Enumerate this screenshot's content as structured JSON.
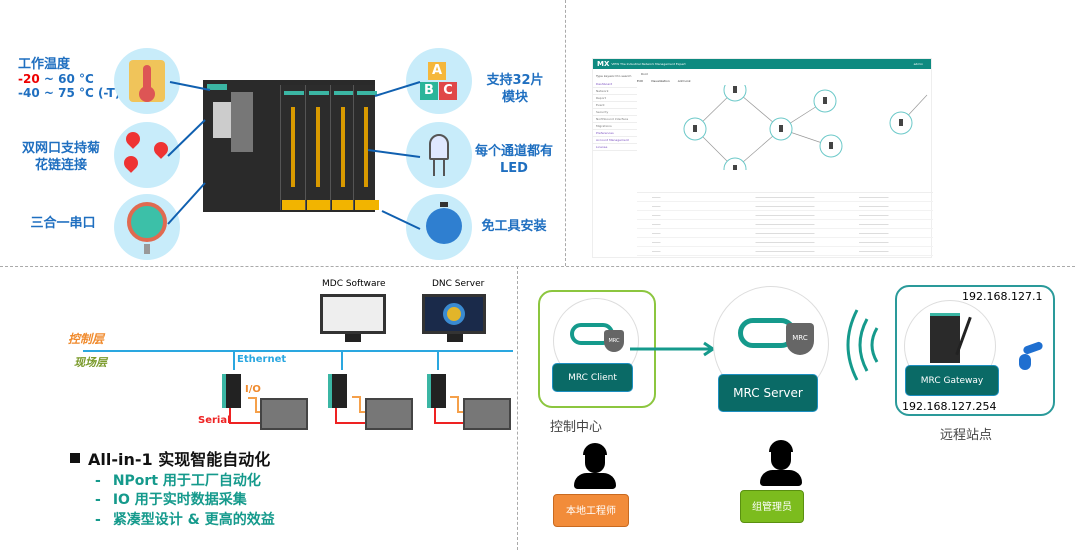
{
  "features": {
    "temp_title": "工作温度",
    "temp_range1_low": "-20",
    "temp_range1_rest": " ~ 60 °C",
    "temp_range2": "-40 ~ 75 °C (-T)",
    "dual_lan": "双网口支持菊花链连接",
    "serial": "三合一串口",
    "modules": "支持32片模块",
    "led": "每个通道都有LED",
    "toolfree": "免工具安装",
    "blocks": [
      "A",
      "B",
      "C"
    ]
  },
  "mxview": {
    "brand": "MX",
    "brand_sub": "VIEW The Industrial Network Management Expert",
    "user": "admin",
    "search_placeholder": "Type keyword to search",
    "breadcrumb": "Root",
    "toolbar": [
      "Edit",
      "Visualization",
      "Add Link"
    ],
    "sidebar": [
      "Dashboard",
      "Network",
      "Report",
      "Event",
      "Security",
      "Northbound Interface",
      "Migrations",
      "Preferences",
      "Account Management",
      "License"
    ]
  },
  "factory": {
    "control_layer": "控制层",
    "field_layer": "现场层",
    "ethernet": "Ethernet",
    "io": "I/O",
    "serial": "Serial",
    "mdc": "MDC Software",
    "dnc": "DNC Server",
    "headline": "All-in-1 实现智能自动化",
    "bullets": [
      "NPort 用于工厂自动化",
      "IO 用于实时数据采集",
      "紧凑型设计 & 更高的效益"
    ]
  },
  "mrc": {
    "client": "MRC Client",
    "server": "MRC Server",
    "gateway": "MRC Gateway",
    "shield": "MRC",
    "ip_top": "192.168.127.1",
    "ip_bottom": "192.168.127.254",
    "control_center": "控制中心",
    "remote_site": "远程站点",
    "local_engineer": "本地工程师",
    "group_admin": "组管理员",
    "colors": {
      "teal": "#0a6a66",
      "green": "#7cbc1e",
      "orange": "#f28c3a"
    }
  }
}
